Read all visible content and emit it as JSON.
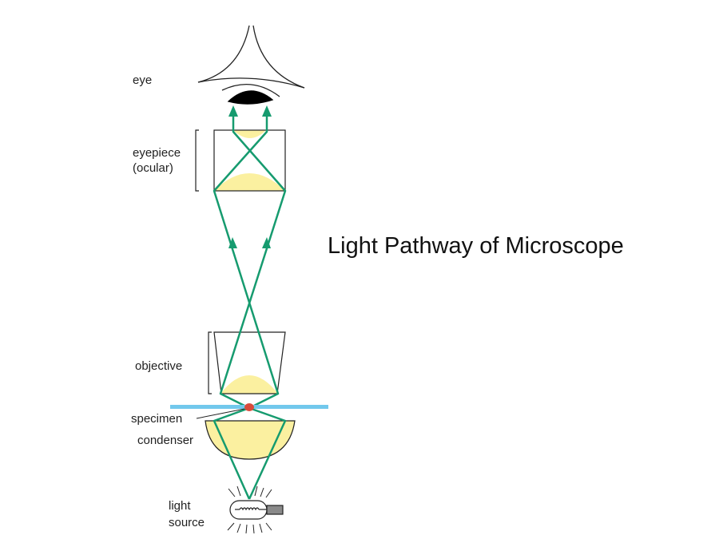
{
  "title": "Light Pathway of Microscope",
  "labels": {
    "eye": "eye",
    "eyepiece_line1": "eyepiece",
    "eyepiece_line2": "(ocular)",
    "objective": "objective",
    "specimen": "specimen",
    "condenser": "condenser",
    "light_line1": "light",
    "light_line2": "source"
  },
  "colors": {
    "ray": "#169b6f",
    "lens_fill": "#fbf0a0",
    "stage": "#72c8ec",
    "specimen": "#d94a3a",
    "outline": "#222222"
  }
}
